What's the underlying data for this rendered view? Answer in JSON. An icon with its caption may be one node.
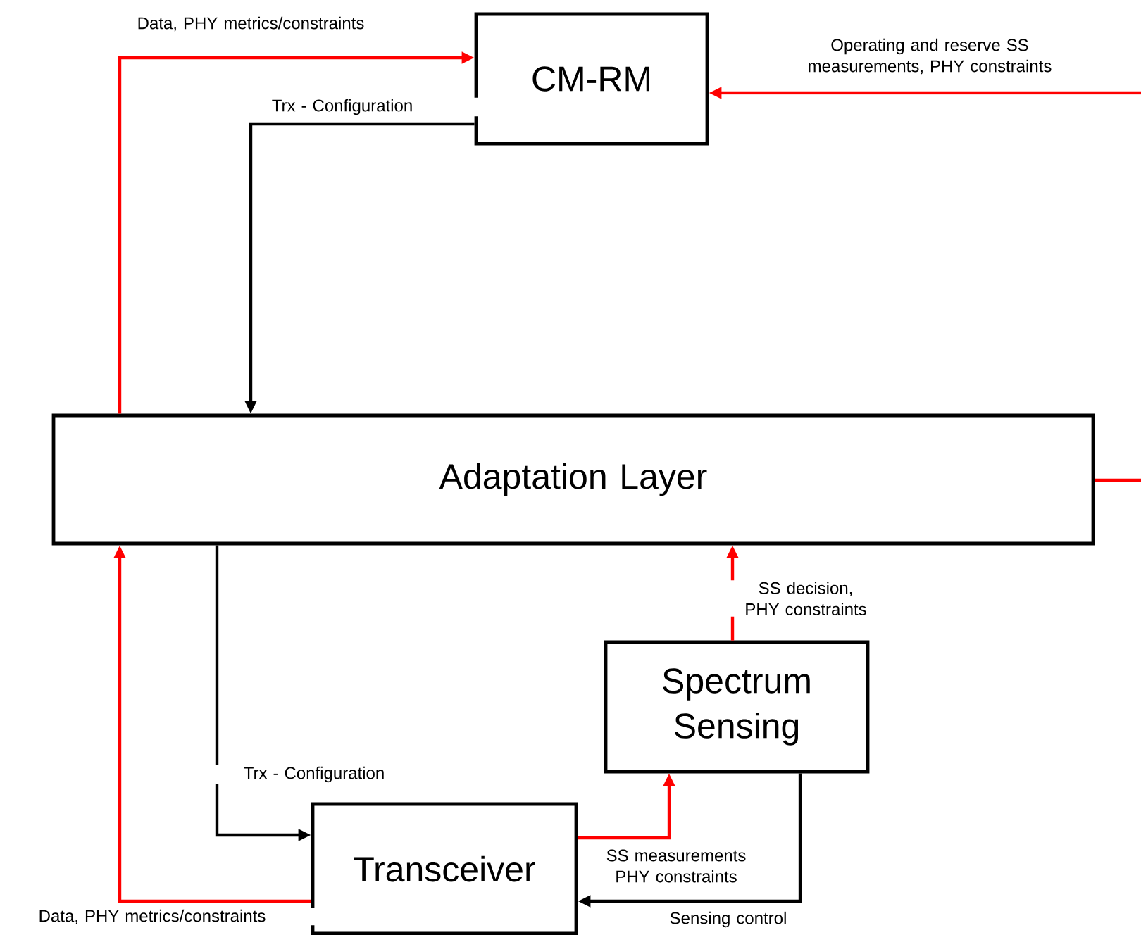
{
  "diagram": {
    "nodes": [
      {
        "text": [
          "CM-RM"
        ]
      },
      {
        "text": [
          "Adaptation Layer"
        ]
      },
      {
        "text": [
          "Spectrum Sensing"
        ]
      },
      {
        "text": [
          "Transceiver"
        ]
      }
    ],
    "edges": [
      {
        "from": 1,
        "to": 0,
        "arrow": "to",
        "label": "Data, PHY metrics/constraints"
      },
      {
        "from": 0,
        "to": 1,
        "arrow": "to",
        "label": "Trx - Configuration",
        "color": "#000000"
      },
      {
        "from": null,
        "to": 0,
        "arrow": "to",
        "label": "Operating and reserve SS measurements, PHY constraints"
      },
      {
        "from": 1,
        "to": null,
        "arrow": "none"
      },
      {
        "from": 2,
        "to": 1,
        "arrow": "to",
        "label": "SS decision, PHY constraints"
      },
      {
        "from": 1,
        "to": 3,
        "arrow": "to",
        "label": "Trx - Configuration",
        "color": "#000000"
      },
      {
        "from": 3,
        "to": 2,
        "arrow": "to",
        "label": "SS measurements PHY constraints"
      },
      {
        "from": 2,
        "to": 3,
        "arrow": "to",
        "label": "Sensing control",
        "color": "#000000"
      },
      {
        "from": 3,
        "to": 1,
        "arrow": "to",
        "label": "Data, PHY metrics/constraints"
      }
    ]
  }
}
